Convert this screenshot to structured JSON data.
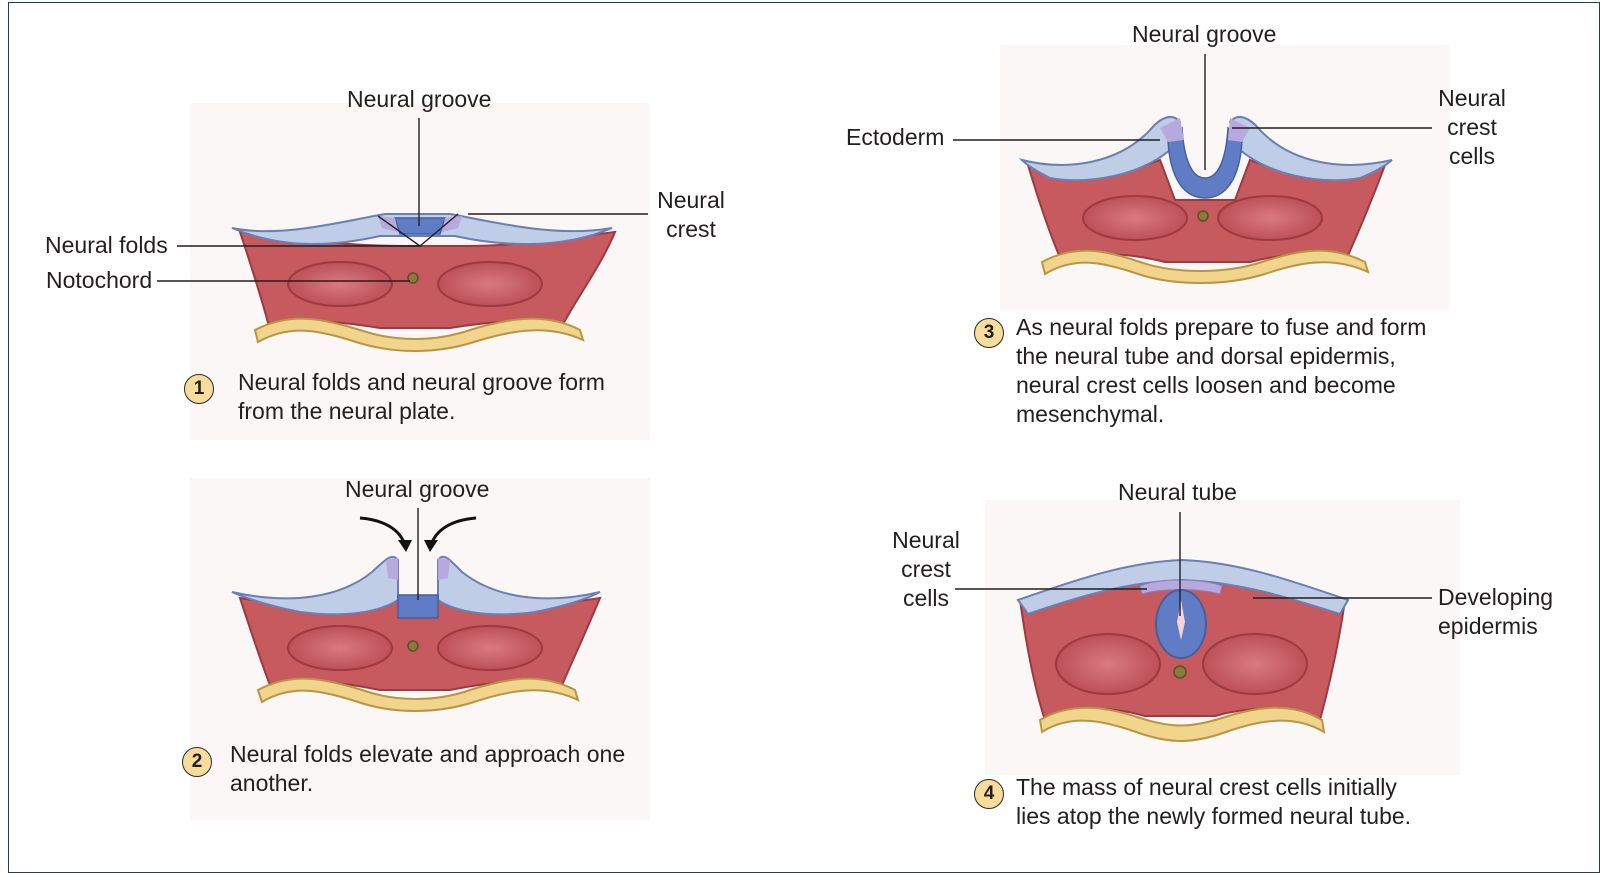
{
  "panel1": {
    "label_groove": "Neural groove",
    "label_crest_line1": "Neural",
    "label_crest_line2": "crest",
    "label_folds": "Neural folds",
    "label_notochord": "Notochord",
    "step": "1",
    "caption_line1": "Neural folds and neural groove form",
    "caption_line2": "from the neural plate."
  },
  "panel2": {
    "label_groove": "Neural groove",
    "step": "2",
    "caption_line1": "Neural folds elevate and approach one",
    "caption_line2": "another."
  },
  "panel3": {
    "label_groove": "Neural groove",
    "label_ectoderm": "Ectoderm",
    "label_ncc_line1": "Neural",
    "label_ncc_line2": "crest",
    "label_ncc_line3": "cells",
    "step": "3",
    "caption_line1": "As neural folds prepare to fuse and form",
    "caption_line2": "the neural tube and dorsal epidermis,",
    "caption_line3": "neural crest cells loosen and become",
    "caption_line4": "mesenchymal."
  },
  "panel4": {
    "label_tube": "Neural tube",
    "label_ncc_line1": "Neural",
    "label_ncc_line2": "crest",
    "label_ncc_line3": "cells",
    "label_epi_line1": "Developing",
    "label_epi_line2": "epidermis",
    "step": "4",
    "caption_line1": "The mass of neural crest cells initially",
    "caption_line2": "lies atop the newly formed neural tube."
  },
  "colors": {
    "mesoderm": "#c65a5e",
    "mesoderm_dark": "#9c3a40",
    "somite": "#d4767a",
    "ectoderm": "#bfcde6",
    "ectoderm_edge": "#6a7fb3",
    "neural_plate": "#5f7cc4",
    "neural_crest": "#b7a9de",
    "endoderm": "#f1d58c",
    "notochord": "#8a7a3c",
    "step_badge": "#f7dc9b"
  }
}
